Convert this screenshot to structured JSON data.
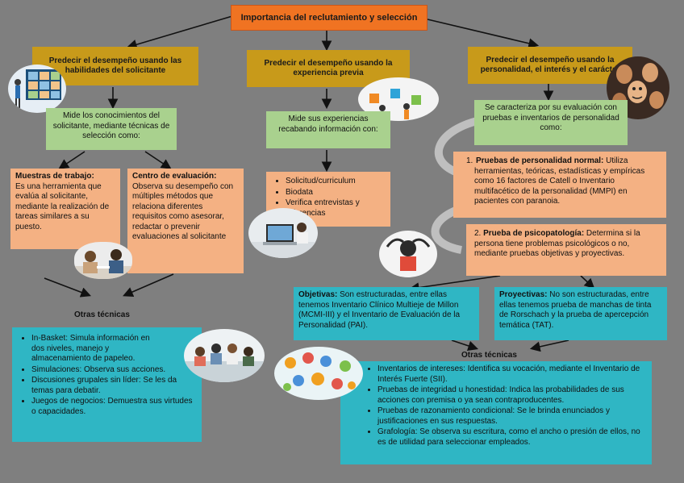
{
  "title": "Importancia del reclutamiento y selección",
  "branches": {
    "left": {
      "header": "Predecir el desempeño usando las habilidades del solicitante",
      "summary": "Mide los conocimientos del solicitante, mediante técnicas de selección como:",
      "work_samples": {
        "label": "Muestras de trabajo:",
        "text": "Es una herramienta que evalúa al solicitante, mediante la realización de tareas similares a su puesto."
      },
      "eval_center": {
        "label": "Centro de evaluación:",
        "text": "Observa su desempeño con múltiples métodos que relaciona diferentes requisitos como asesorar, redactar o prevenir evaluaciones al solicitante"
      },
      "other_title": "Otras técnicas",
      "other_items": [
        "In-Basket: Simula información en dos niveles, manejo y almacenamiento de papeleo.",
        "Simulaciones: Observa sus acciones.",
        "Discusiones grupales sin líder: Se les da temas para debatir.",
        "Juegos de negocios: Demuestra sus virtudes o capacidades."
      ]
    },
    "middle": {
      "header": "Predecir el desempeño usando la experiencia previa",
      "summary": "Mide sus experiencias recabando información con:",
      "items": [
        "Solicitud/curriculum",
        "Biodata",
        "Verifica entrevistas y referencias"
      ]
    },
    "right": {
      "header": "Predecir el desempeño usando la personalidad, el interés y el carácter",
      "summary": "Se caracteriza por su evaluación con pruebas e inventarios de personalidad como:",
      "test1": {
        "number": "1.",
        "label": "Pruebas de personalidad normal:",
        "text": " Utiliza herramientas, teóricas, estadísticas y empíricas como 16 factores de Catell o Inventario multifacético de la personalidad (MMPI) en pacientes con paranoia."
      },
      "test2": {
        "number": "2.",
        "label": "Prueba de psicopatología:",
        "text": " Determina si la persona tiene problemas psicológicos o no, mediante pruebas objetivas y proyectivas."
      },
      "objective": {
        "label": "Objetivas:",
        "text": " Son estructuradas, entre ellas tenemos Inventario Clínico Multieje de Millon (MCMI-III) y el Inventario de Evaluación de la Personalidad (PAI)."
      },
      "projective": {
        "label": "Proyectivas:",
        "text": " No son estructuradas, entre ellas tenemos prueba de manchas de tinta de Rorschach y la prueba de apercepción temática (TAT)."
      },
      "other_title": "Otras técnicas",
      "other_items": [
        "Inventarios de intereses: Identifica su vocación, mediante el Inventario de Interés Fuerte (SII).",
        "Pruebas de integridad u honestidad: Indica las probabilidades de sus acciones con premisa o ya sean contraproducentes.",
        "Pruebas de razonamiento condicional: Se le brinda enunciados y justificaciones en sus respuestas.",
        "Grafología: Se observa su escritura, como el ancho o presión de ellos, no es de utilidad para seleccionar empleados."
      ]
    }
  },
  "colors": {
    "background": "#7f7f7f",
    "title": "#f07322",
    "header": "#c89a1a",
    "green": "#a9d18e",
    "orange": "#f4b183",
    "teal": "#2fb6c4"
  }
}
